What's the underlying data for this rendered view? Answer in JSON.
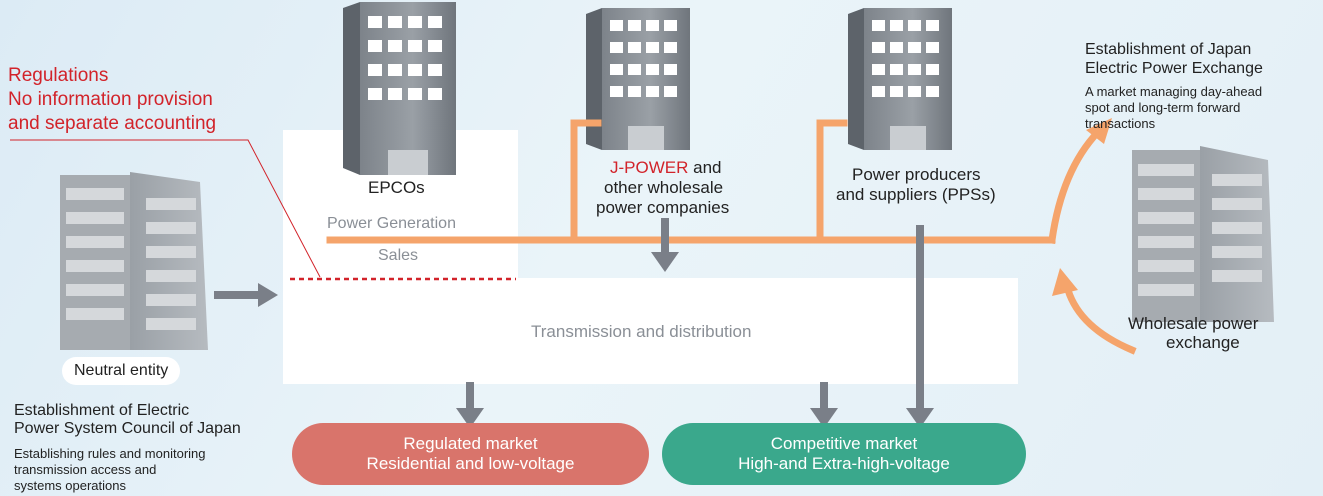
{
  "title": {
    "regulations_line1": "Regulations",
    "regulations_line2": "No information provision",
    "regulations_line3": "and separate accounting"
  },
  "nodes": {
    "epco_label": "EPCOs",
    "power_generation": "Power Generation",
    "sales": "Sales",
    "jpower_brand": "J-POWER",
    "jpower_rest_line1": " and",
    "jpower_line2": "other wholesale",
    "jpower_line3": "power companies",
    "pps_line1": "Power producers",
    "pps_line2": "and suppliers (PPSs)",
    "transmission": "Transmission and distribution",
    "neutral_entity": "Neutral entity",
    "exchange_label_line1": "Wholesale power",
    "exchange_label_line2": "exchange"
  },
  "annotations": {
    "jepx_title_line1": "Establishment of Japan",
    "jepx_title_line2": "Electric Power Exchange",
    "jepx_desc_line1": "A market managing day-ahead",
    "jepx_desc_line2": "spot and long-term forward",
    "jepx_desc_line3": "transactions",
    "council_title_line1": "Establishment of Electric",
    "council_title_line2": "Power System Council of Japan",
    "council_desc_line1": "Establishing rules and monitoring",
    "council_desc_line2": "transmission access and",
    "council_desc_line3": "systems operations"
  },
  "markets": {
    "regulated_line1": "Regulated market",
    "regulated_line2": "Residential and low-voltage",
    "competitive_line1": "Competitive market",
    "competitive_line2": "High-and Extra-high-voltage"
  },
  "colors": {
    "orange": "#f5a46b",
    "arrow_gray": "#7a7f88",
    "red": "#d2232a",
    "regulated": "#d9746b",
    "competitive": "#3aa88c",
    "building": "#8c9299"
  }
}
